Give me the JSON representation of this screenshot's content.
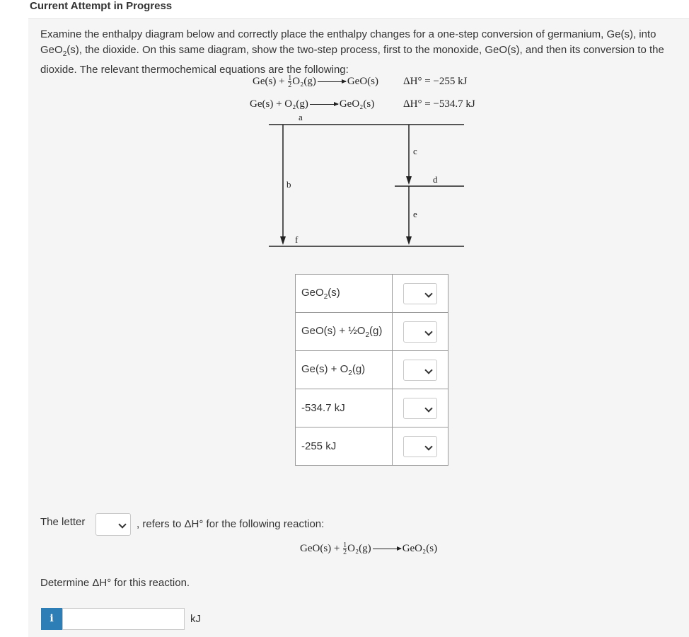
{
  "header": {
    "title": "Current Attempt in Progress"
  },
  "question": {
    "prompt_parts": {
      "p1": "Examine the enthalpy diagram below and correctly place the enthalpy changes for a one-step conversion of germanium, Ge(s), into GeO",
      "p2": "(s), the dioxide. On this same diagram, show the two-step process, first to the monoxide, GeO(s), and then its conversion to the dioxide. The relevant thermochemical equations are the following:"
    },
    "equations": [
      {
        "lhs_pre": "Ge(s) +",
        "frac_num": "1",
        "frac_den": "2",
        "lhs_post": "O₂(g)",
        "rhs": "GeO(s)",
        "dh": "ΔH° = −255 kJ"
      },
      {
        "lhs_pre": "Ge(s) +",
        "lhs_post": "O₂(g)",
        "rhs": "GeO₂(s)",
        "dh": "ΔH° = −534.7 kJ"
      }
    ]
  },
  "diagram": {
    "letters": {
      "a": "a",
      "b": "b",
      "c": "c",
      "d": "d",
      "e": "e",
      "f": "f"
    }
  },
  "match_items": [
    {
      "label_pre": "GeO",
      "label_sub": "2",
      "label_post": "(s)"
    },
    {
      "label_pre": "GeO(s) + ½O",
      "label_sub": "2",
      "label_post": "(g)"
    },
    {
      "label_pre": "Ge(s) + O",
      "label_sub": "2",
      "label_post": "(g)"
    },
    {
      "label_pre": "-534.7 kJ",
      "label_sub": "",
      "label_post": ""
    },
    {
      "label_pre": "-255 kJ",
      "label_sub": "",
      "label_post": ""
    }
  ],
  "letter_question": {
    "prefix": "The letter",
    "suffix": ", refers to ΔH° for the following reaction:",
    "reaction": {
      "lhs_pre": "GeO(s) +",
      "frac_num": "1",
      "frac_den": "2",
      "lhs_post": "O₂(g)",
      "rhs": "GeO₂(s)"
    }
  },
  "determine": {
    "text": "Determine ΔH° for this reaction.",
    "info_label": "i",
    "unit": "kJ",
    "value": ""
  }
}
